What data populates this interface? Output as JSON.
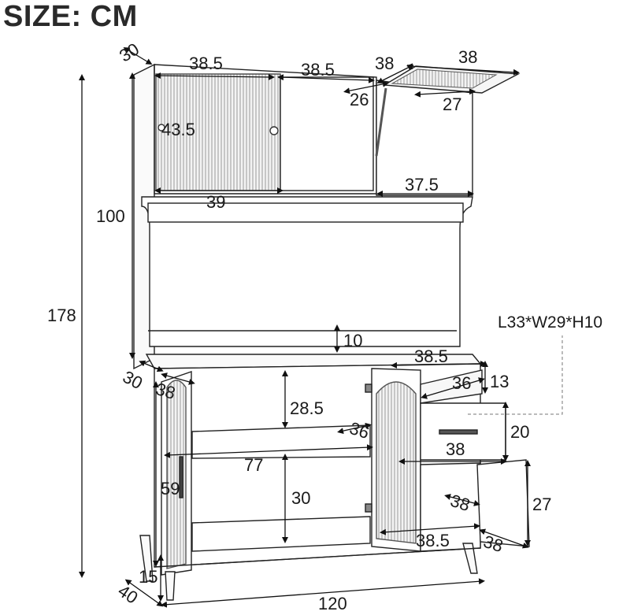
{
  "title": "SIZE: CM",
  "dimensions": {
    "top_depth": "30",
    "top_left_door_width": "38.5",
    "top_mid_door_width": "38.5",
    "top_right_depth": "38",
    "top_right_width": "38",
    "flip_door_depth": "26",
    "flip_door_inner": "27",
    "top_door_height": "43.5",
    "top_left_inner_width": "39",
    "top_right_inner_width": "37.5",
    "upper_height": "100",
    "total_height": "178",
    "shelf_gap": "10",
    "drawer_size": "L33*W29*H10",
    "drawer_width": "38.5",
    "drawer_depth": "36",
    "drawer_height": "13",
    "bottom_depth": "30",
    "bottom_door_depth": "38",
    "compartment_upper_height": "28.5",
    "shelf_depth": "36",
    "drawer_front_height": "20",
    "drawer_front_width": "38",
    "inner_width": "77",
    "door_height": "59",
    "compartment_lower_height": "30",
    "right_door_depth": "38",
    "right_door_height": "27",
    "bottom_right_width": "38.5",
    "bottom_right_depth": "38",
    "leg_height": "15",
    "base_depth": "40",
    "total_width": "120"
  }
}
